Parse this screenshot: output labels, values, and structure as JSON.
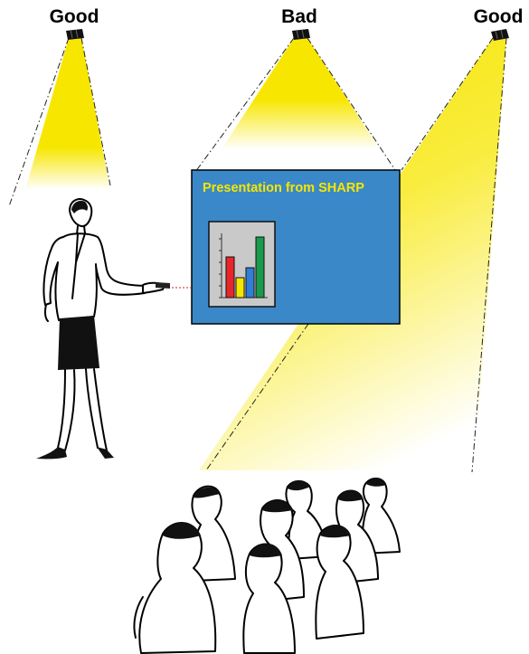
{
  "labels": {
    "left": "Good",
    "center": "Bad",
    "right": "Good"
  },
  "screen": {
    "title": "Presentation from SHARP"
  },
  "colors": {
    "light_beam": "#f7e600",
    "screen_blue": "#3b88c8",
    "screen_title": "#f5e600",
    "chart_red": "#e8262a",
    "chart_yellow": "#f5e600",
    "chart_blue": "#2f7fd6",
    "chart_green": "#1a9a4c",
    "chart_panel": "#c9c9c9",
    "pointer": "#d02020"
  },
  "chart_data": {
    "type": "bar",
    "values": [
      45,
      22,
      33,
      67
    ]
  }
}
